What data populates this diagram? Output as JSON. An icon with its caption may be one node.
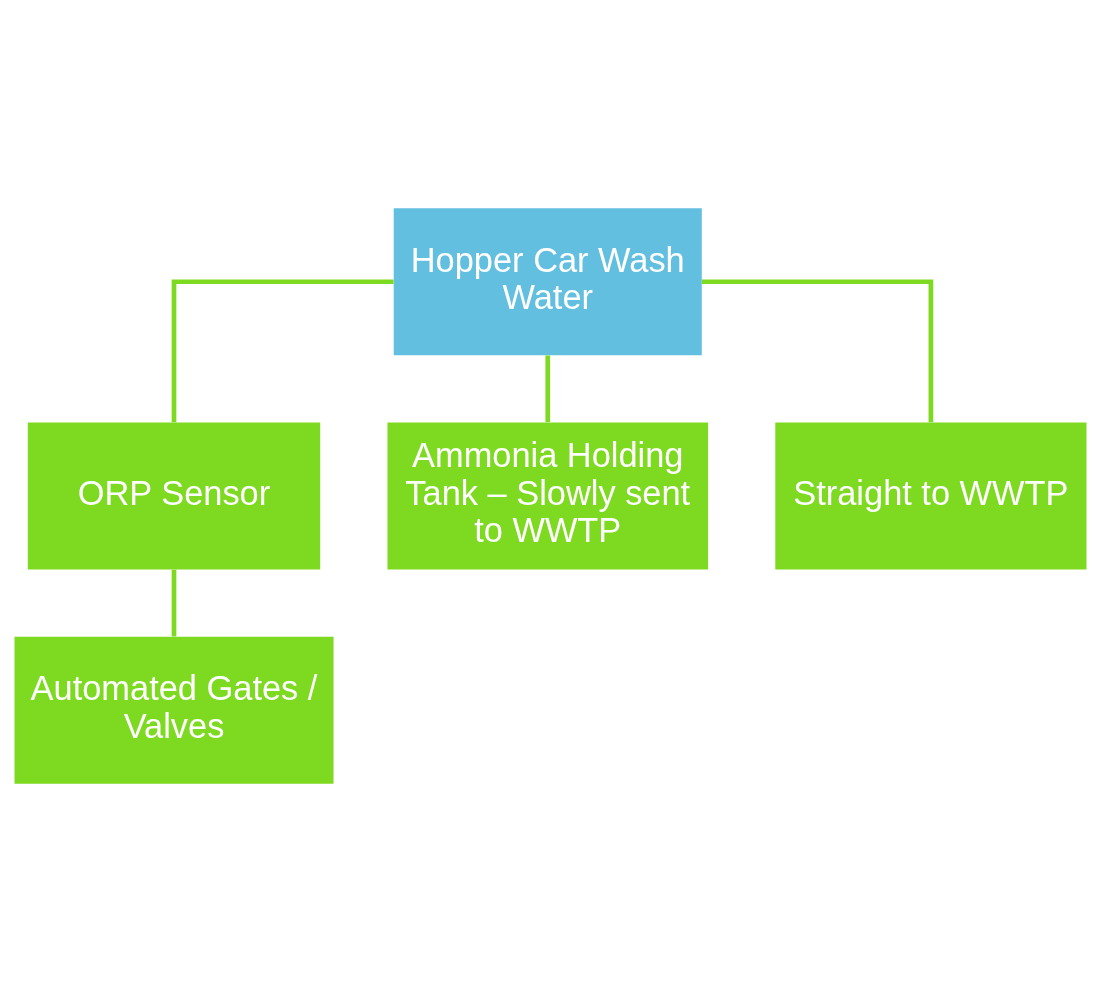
{
  "diagram": {
    "nodes": [
      {
        "text": [
          "Hopper Car Wash Water"
        ]
      },
      {
        "text": [
          "ORP Sensor"
        ]
      },
      {
        "text": [
          "Automated Gates / Valves"
        ]
      },
      {
        "text": [
          "Ammonia Holding Tank – Slowly sent to WWTP"
        ]
      },
      {
        "text": [
          "Straight to WWTP"
        ]
      }
    ],
    "edges": [
      {
        "from": 0,
        "to": 1,
        "arrow": "none"
      },
      {
        "from": 1,
        "to": 2,
        "arrow": "none"
      },
      {
        "from": 0,
        "to": 3,
        "arrow": "none"
      },
      {
        "from": 0,
        "to": 4,
        "arrow": "none"
      }
    ]
  }
}
